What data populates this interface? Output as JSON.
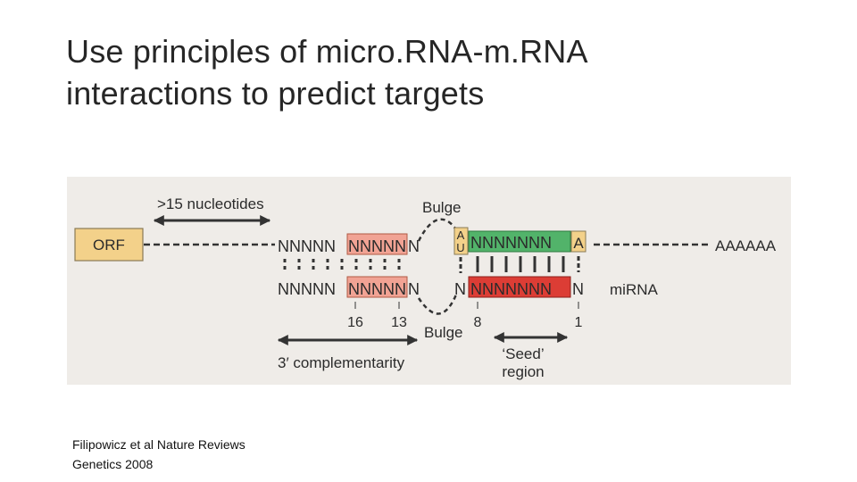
{
  "slide": {
    "title_line1": "Use principles of micro.RNA-m.RNA",
    "title_line2": "interactions to predict targets",
    "citation_line1": "Filipowicz et al Nature Reviews",
    "citation_line2": "Genetics 2008"
  },
  "diagram": {
    "orf_label": "ORF",
    "nucleotides_label": ">15 nucleotides",
    "bulge_top": "Bulge",
    "bulge_bottom": "Bulge",
    "mrna_left_plain": "NNNNN",
    "mrna_left_boxed": "NNNNN",
    "mrna_n_after_box": "N",
    "mrna_wobble_top": "A",
    "mrna_wobble_bottom": "U",
    "mrna_seed": "NNNNNNN",
    "mrna_seed_end": "A",
    "poly_a": "AAAAAA",
    "mirna_left_plain": "NNNNN",
    "mirna_left_boxed": "NNNNN",
    "mirna_n_after_box": "N",
    "mirna_n_before_seed": "N",
    "mirna_seed": "NNNNNNN",
    "mirna_end_n": "N",
    "mirna_label": "miRNA",
    "pos_16": "16",
    "pos_13": "13",
    "pos_8": "8",
    "pos_1": "1",
    "complementarity_label": "3′ complementarity",
    "seed_label_line1": "‘Seed’",
    "seed_label_line2": "region",
    "colors": {
      "background": "#efece8",
      "orf_fill": "#f3d18a",
      "pink_box": "#f1a394",
      "green_box": "#52b36a",
      "red_box": "#dc3d35",
      "au_box": "#f3d18a",
      "line": "#333333"
    }
  }
}
